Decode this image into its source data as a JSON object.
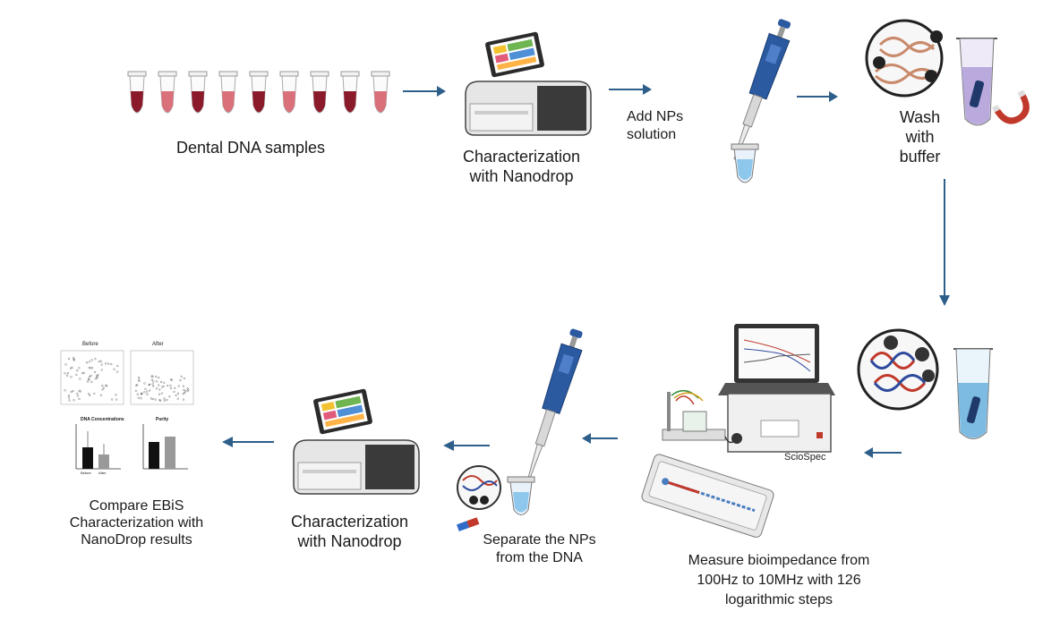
{
  "steps": {
    "s1": "Dental DNA samples",
    "s2_line1": "Characterization",
    "s2_line2": "with Nanodrop",
    "s3_line1": "Add NPs",
    "s3_line2": "solution",
    "s4_line1": "Wash",
    "s4_line2": "with",
    "s4_line3": "buffer",
    "s5_line1": "Measure bioimpedance from",
    "s5_line2": "100Hz to 10MHz with 126",
    "s5_line3": "logarithmic steps",
    "s6_line1": "Separate the NPs",
    "s6_line2": "from the DNA",
    "s7_line1": "Characterization",
    "s7_line2": "with Nanodrop",
    "s8_line1": "Compare EBiS",
    "s8_line2": "Characterization with",
    "s8_line3": "NanoDrop results"
  },
  "device_brand": "ScioSpec",
  "results_panel": {
    "before": "Before",
    "after": "After",
    "dna_conc": "DNA Concentrations",
    "purity": "Purity",
    "bar_before": "Before",
    "bar_after": "After"
  },
  "colors": {
    "arrow": "#2d5f8a",
    "tube_dark": "#8b1a2b",
    "tube_light": "#d9707a",
    "pipette": "#2b5aa0",
    "dna_red": "#c0392b",
    "dna_blue": "#2e4a9c"
  }
}
